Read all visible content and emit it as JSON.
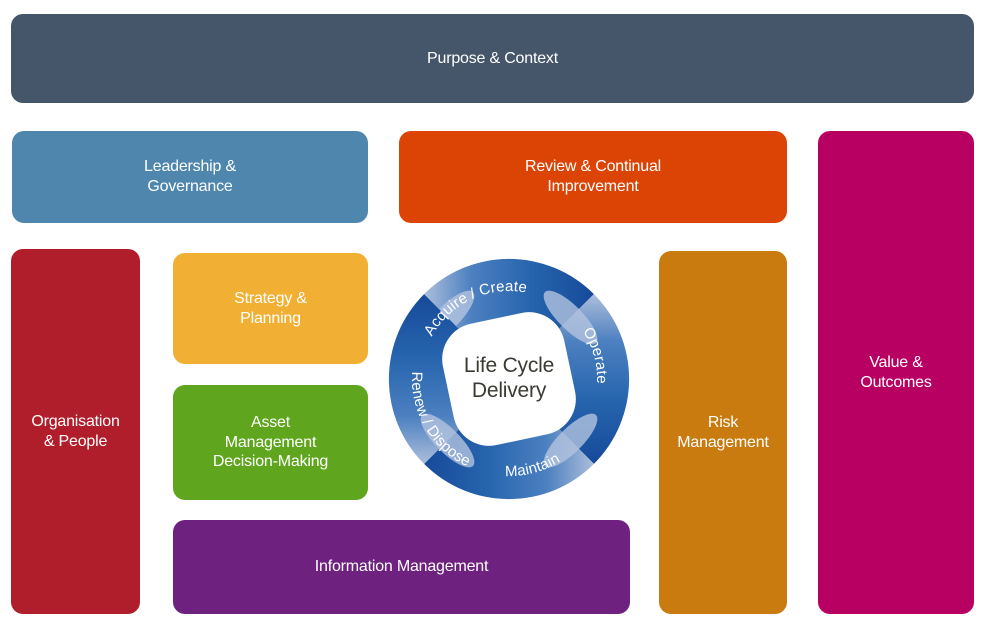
{
  "framework": {
    "purpose": {
      "label": "Purpose & Context",
      "color": "#45566B"
    },
    "leadership": {
      "label": "Leadership &\nGovernance",
      "color": "#4F86AE"
    },
    "review": {
      "label": "Review & Continual\nImprovement",
      "color": "#DC4405"
    },
    "value": {
      "label": "Value &\nOutcomes",
      "color": "#B80063"
    },
    "organisation": {
      "label": "Organisation\n& People",
      "color": "#B11E2B"
    },
    "strategy": {
      "label": "Strategy &\nPlanning",
      "color": "#F1B034"
    },
    "decision": {
      "label": "Asset\nManagement\nDecision-Making",
      "color": "#5FA51E"
    },
    "information": {
      "label": "Information Management",
      "color": "#6F2180"
    },
    "risk": {
      "label": "Risk\nManagement",
      "color": "#C97B10"
    }
  },
  "lifecycle": {
    "center": "Life Cycle Delivery",
    "acquire": "Acquire / Create",
    "operate": "Operate",
    "maintain": "Maintain",
    "renew": "Renew / Dispose",
    "ring_dark": "#164A9A",
    "ring_mid": "#2765AE",
    "ring_light": "#ACBEDB",
    "center_text_color": "#3B3B33"
  }
}
